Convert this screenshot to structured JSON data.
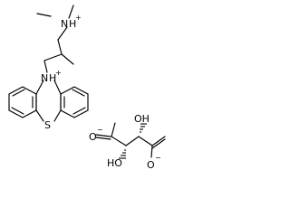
{
  "atoms": {
    "amine_nitrogen": "N",
    "amine_hydrogen": "H",
    "amine_charge": "+",
    "ring_nitrogen": "N",
    "ring_hydrogen": "H",
    "ring_charge": "+",
    "sulfur": "S",
    "carboxylate_oxygen_top": "O",
    "carboxylate_charge_top": "−",
    "hydroxyl_right": "OH",
    "hydroxyl_left": "HO",
    "carboxylate_oxygen_bottom": "O",
    "carboxylate_charge_bottom": "−"
  }
}
